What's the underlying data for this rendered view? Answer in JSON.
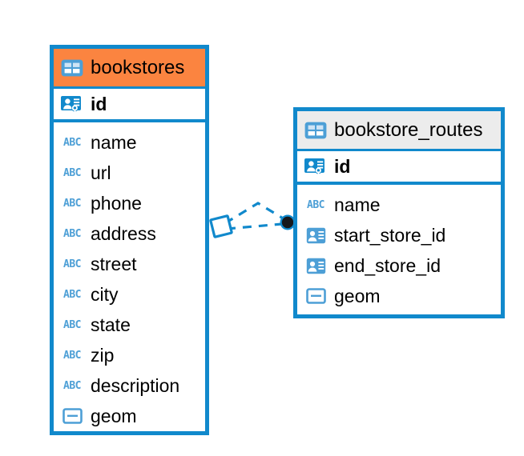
{
  "diagram": {
    "type": "entity-relationship-diagram",
    "accent_color": "#1189cc",
    "highlight_color": "#fb8440",
    "neutral_header_color": "#ececec",
    "background_color": "#ffffff",
    "text_color": "#000000",
    "icon_color": "#4d9fd6",
    "entities": [
      {
        "name": "bookstores",
        "header_style": "accent",
        "table_icon": "table-icon",
        "primary_key": {
          "label": "id",
          "icon": "primary-key-icon"
        },
        "fields": [
          {
            "label": "name",
            "icon": "abc-text-icon",
            "icon_text": "ABC"
          },
          {
            "label": "url",
            "icon": "abc-text-icon",
            "icon_text": "ABC"
          },
          {
            "label": "phone",
            "icon": "abc-text-icon",
            "icon_text": "ABC"
          },
          {
            "label": "address",
            "icon": "abc-text-icon",
            "icon_text": "ABC"
          },
          {
            "label": "street",
            "icon": "abc-text-icon",
            "icon_text": "ABC"
          },
          {
            "label": "city",
            "icon": "abc-text-icon",
            "icon_text": "ABC"
          },
          {
            "label": "state",
            "icon": "abc-text-icon",
            "icon_text": "ABC"
          },
          {
            "label": "zip",
            "icon": "abc-text-icon",
            "icon_text": "ABC"
          },
          {
            "label": "description",
            "icon": "abc-text-icon",
            "icon_text": "ABC"
          },
          {
            "label": "geom",
            "icon": "geometry-icon",
            "icon_text": ""
          }
        ]
      },
      {
        "name": "bookstore_routes",
        "header_style": "neutral",
        "table_icon": "table-icon",
        "primary_key": {
          "label": "id",
          "icon": "primary-key-icon"
        },
        "fields": [
          {
            "label": "name",
            "icon": "abc-text-icon",
            "icon_text": "ABC"
          },
          {
            "label": "start_store_id",
            "icon": "foreign-key-icon",
            "icon_text": ""
          },
          {
            "label": "end_store_id",
            "icon": "foreign-key-icon",
            "icon_text": ""
          },
          {
            "label": "geom",
            "icon": "geometry-icon",
            "icon_text": ""
          }
        ]
      }
    ],
    "relationship": {
      "source_marker": "diamond-marker",
      "target_marker": "filled-circle-marker",
      "line_style": "dashed",
      "line_color": "#1189cc"
    }
  }
}
